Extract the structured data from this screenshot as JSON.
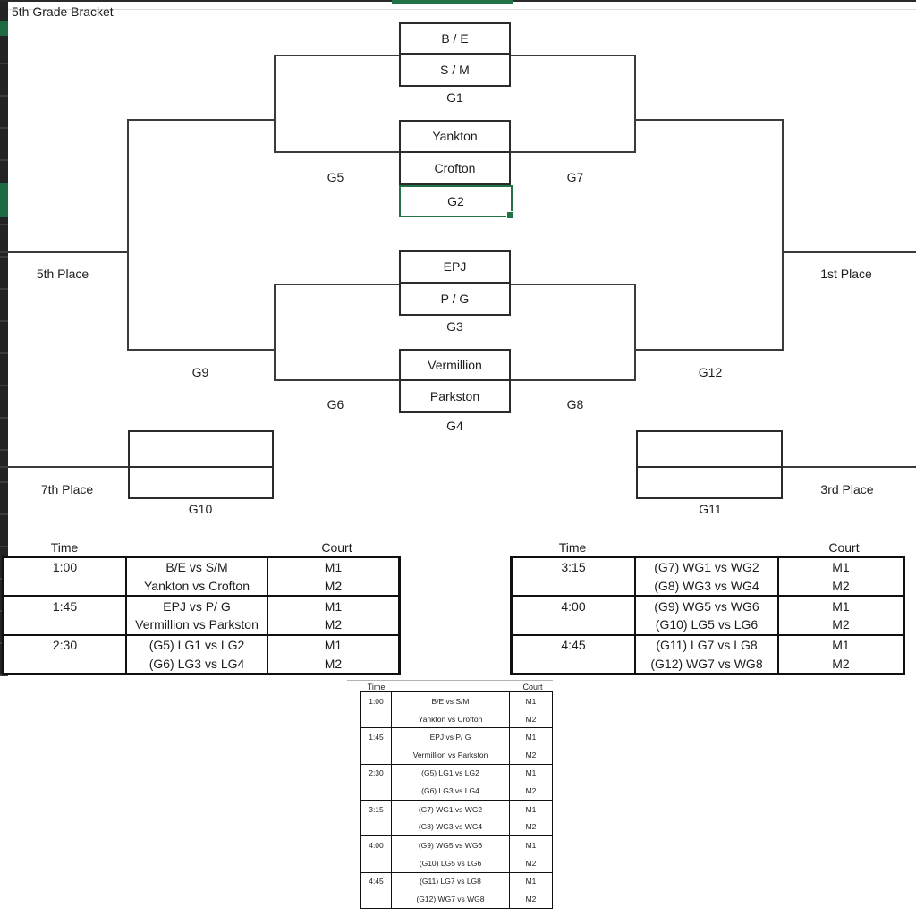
{
  "app": {
    "title_cell": "5th Grade Bracket"
  },
  "bracket": {
    "matchups": [
      {
        "top": "B / E",
        "bottom": "S / M",
        "label": "G1"
      },
      {
        "top": "Yankton",
        "bottom": "Crofton",
        "label": "G2"
      },
      {
        "top": "EPJ",
        "bottom": "P / G",
        "label": "G3"
      },
      {
        "top": "Vermillion",
        "bottom": "Parkston",
        "label": "G4"
      }
    ],
    "game_labels": {
      "g5": "G5",
      "g6": "G6",
      "g7": "G7",
      "g8": "G8",
      "g9": "G9",
      "g10": "G10",
      "g11": "G11",
      "g12": "G12"
    },
    "places": {
      "first": "1st Place",
      "third": "3rd Place",
      "fifth": "5th Place",
      "seventh": "7th Place"
    }
  },
  "schedule_left": {
    "headers": {
      "time": "Time",
      "court": "Court"
    },
    "blocks": [
      {
        "time": "1:00",
        "games": [
          {
            "match": "B/E vs S/M",
            "court": "M1"
          },
          {
            "match": "Yankton vs Crofton",
            "court": "M2"
          }
        ]
      },
      {
        "time": "1:45",
        "games": [
          {
            "match": "EPJ vs P/ G",
            "court": "M1"
          },
          {
            "match": "Vermillion vs Parkston",
            "court": "M2"
          }
        ]
      },
      {
        "time": "2:30",
        "games": [
          {
            "match": "(G5) LG1 vs LG2",
            "court": "M1"
          },
          {
            "match": "(G6) LG3 vs LG4",
            "court": "M2"
          }
        ]
      }
    ]
  },
  "schedule_right": {
    "headers": {
      "time": "Time",
      "court": "Court"
    },
    "blocks": [
      {
        "time": "3:15",
        "games": [
          {
            "match": "(G7) WG1 vs WG2",
            "court": "M1"
          },
          {
            "match": "(G8) WG3 vs WG4",
            "court": "M2"
          }
        ]
      },
      {
        "time": "4:00",
        "games": [
          {
            "match": "(G9) WG5 vs WG6",
            "court": "M1"
          },
          {
            "match": "(G10) LG5 vs LG6",
            "court": "M2"
          }
        ]
      },
      {
        "time": "4:45",
        "games": [
          {
            "match": "(G11) LG7 vs LG8",
            "court": "M1"
          },
          {
            "match": "(G12) WG7 vs WG8",
            "court": "M2"
          }
        ]
      }
    ]
  },
  "schedule_small": {
    "headers": {
      "time": "Time",
      "court": "Court"
    },
    "blocks": [
      {
        "time": "1:00",
        "games": [
          {
            "match": "B/E vs S/M",
            "court": "M1"
          },
          {
            "match": "Yankton vs Crofton",
            "court": "M2"
          }
        ]
      },
      {
        "time": "1:45",
        "games": [
          {
            "match": "EPJ vs P/ G",
            "court": "M1"
          },
          {
            "match": "Vermillion vs Parkston",
            "court": "M2"
          }
        ]
      },
      {
        "time": "2:30",
        "games": [
          {
            "match": "(G5) LG1 vs LG2",
            "court": "M1"
          },
          {
            "match": "(G6) LG3 vs LG4",
            "court": "M2"
          }
        ]
      },
      {
        "time": "3:15",
        "games": [
          {
            "match": "(G7) WG1 vs WG2",
            "court": "M1"
          },
          {
            "match": "(G8) WG3 vs WG4",
            "court": "M2"
          }
        ]
      },
      {
        "time": "4:00",
        "games": [
          {
            "match": "(G9) WG5 vs WG6",
            "court": "M1"
          },
          {
            "match": "(G10) LG5 vs LG6",
            "court": "M2"
          }
        ]
      },
      {
        "time": "4:45",
        "games": [
          {
            "match": "(G11) LG7 vs LG8",
            "court": "M1"
          },
          {
            "match": "(G12) WG7 vs WG8",
            "court": "M2"
          }
        ]
      }
    ]
  },
  "colors": {
    "selection_green": "#217346",
    "bracket_line": "#3b3b3b",
    "table_border": "#101010"
  }
}
